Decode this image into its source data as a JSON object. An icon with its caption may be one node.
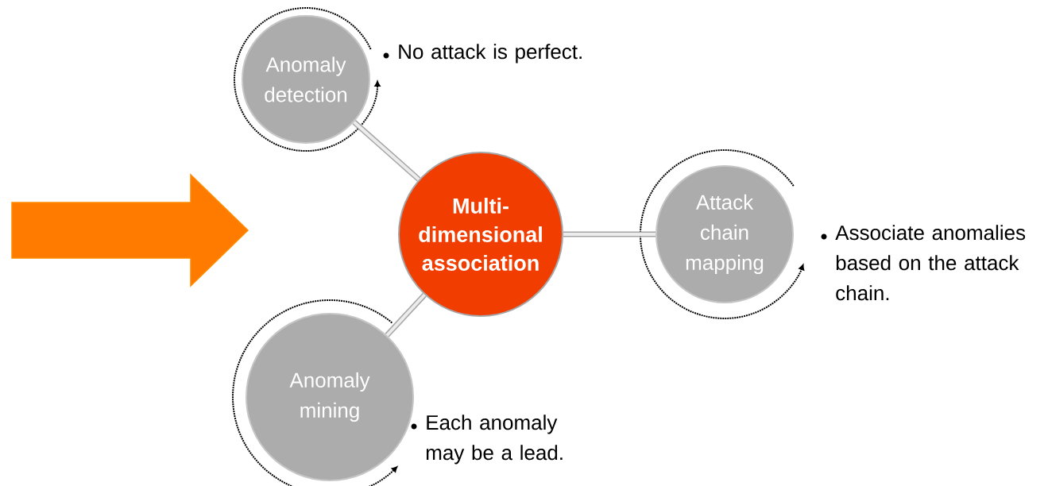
{
  "diagram": {
    "nodes": [
      {
        "text": [
          "Multi-dimensional association"
        ]
      },
      {
        "text": [
          "Anomaly detection"
        ],
        "beside": [
          "No attack is perfect."
        ]
      },
      {
        "text": [
          "Attack chain mapping"
        ],
        "beside": [
          "Associate anomalies based on the attack chain."
        ]
      },
      {
        "text": [
          "Anomaly mining"
        ],
        "beside": [
          "Each anomaly may be a lead."
        ]
      }
    ],
    "edges": [
      {
        "from": 0,
        "to": 1,
        "arrow": "none"
      },
      {
        "from": 0,
        "to": 2,
        "arrow": "none"
      },
      {
        "from": 0,
        "to": 3,
        "arrow": "none"
      }
    ]
  }
}
